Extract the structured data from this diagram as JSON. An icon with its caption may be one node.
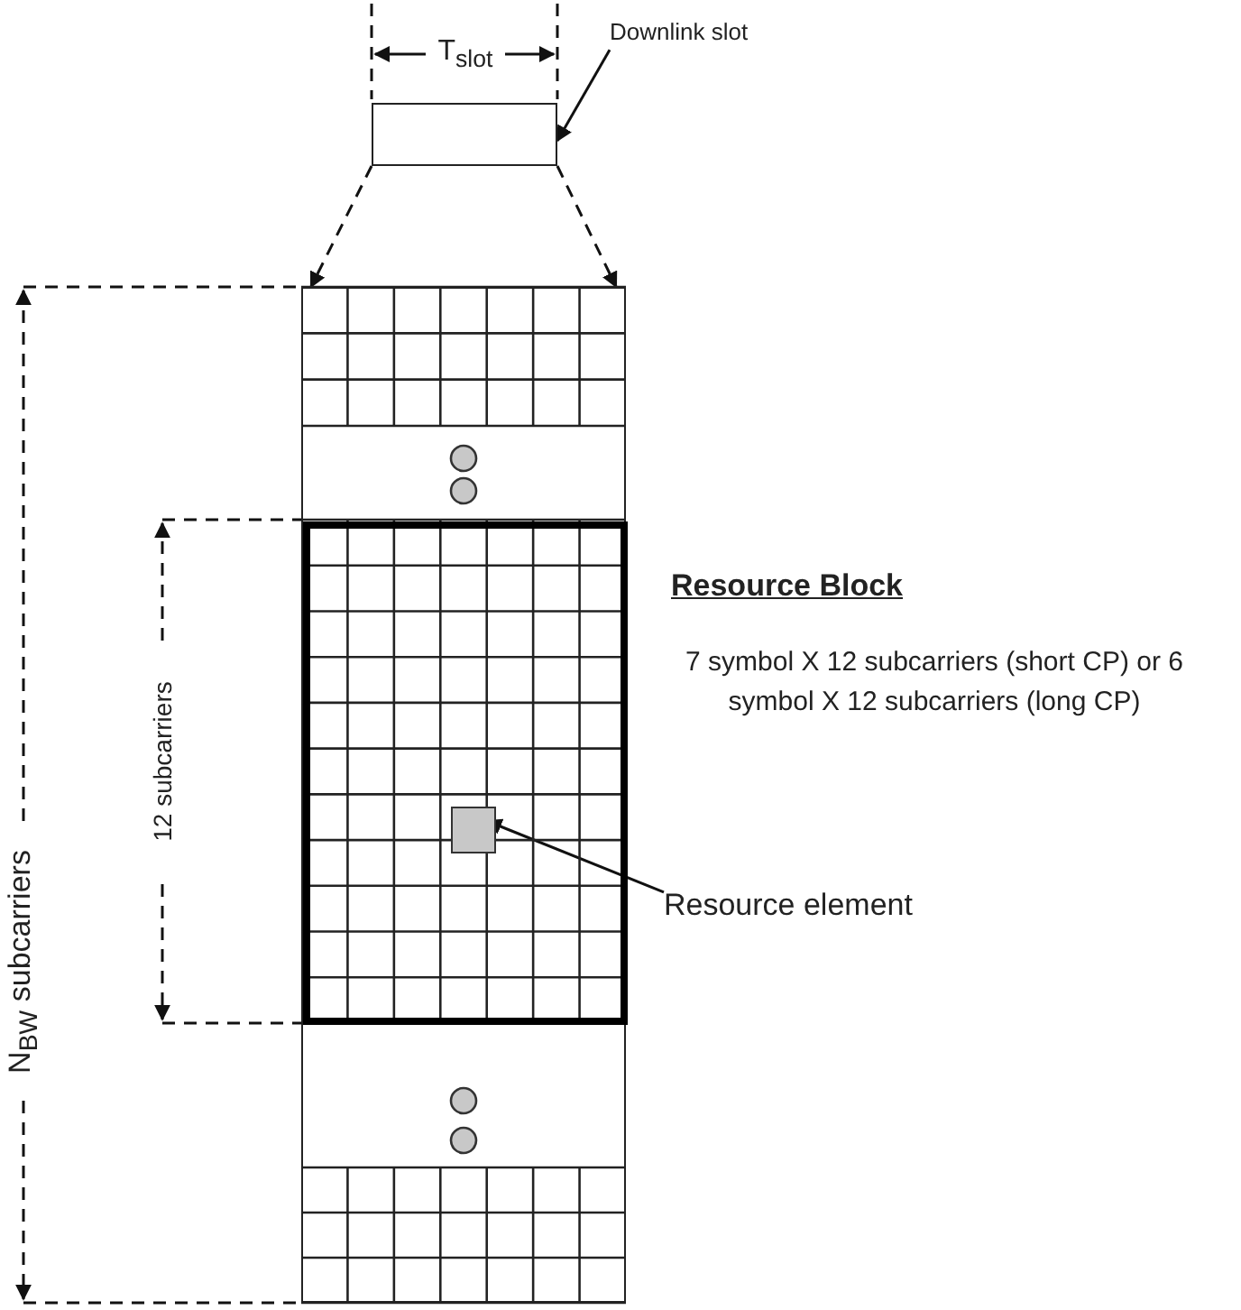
{
  "diagram": {
    "nodes": [
      {
        "text": [],
        "shape": "box"
      },
      {
        "text": [
          "Downlink slot"
        ]
      },
      {
        "text": [],
        "shape": "box"
      },
      {
        "text": [],
        "shape": "box",
        "in": 2
      },
      {
        "text": [],
        "shape": "box",
        "in": 3
      },
      {
        "text": [
          "Resource element"
        ]
      }
    ],
    "edges": [
      {
        "from": 1,
        "to": 0,
        "arrow": "to"
      },
      {
        "from": 0,
        "to": 2,
        "arrow": "to",
        "style": "dashed"
      },
      {
        "from": 0,
        "to": 2,
        "arrow": "to",
        "style": "dashed"
      },
      {
        "from": 5,
        "to": 4,
        "arrow": "to"
      }
    ],
    "labels": [
      "T$_{slot}$",
      "N$_{BW}$ subcarriers",
      "12 subcarriers",
      "Resource Block",
      "7 symbol X 12 subcarriers (short CP) or 6 symbol X 12 subcarriers (long CP)"
    ]
  }
}
